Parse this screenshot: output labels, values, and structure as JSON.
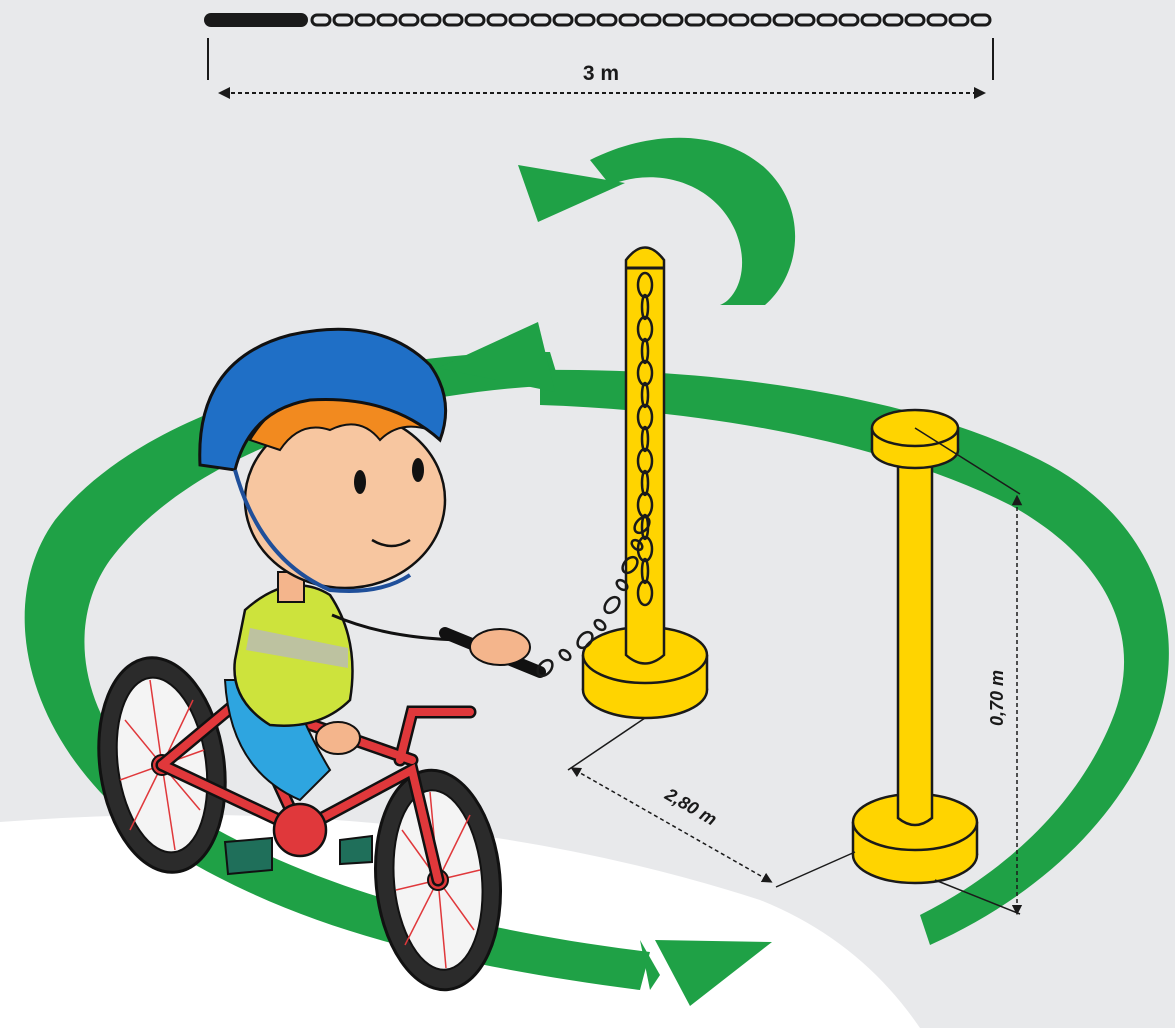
{
  "labels": {
    "chain_length": "3 m",
    "post_distance": "2,80 m",
    "post_height": "0,70 m"
  },
  "colors": {
    "background": "#e8e9eb",
    "floor": "#ffffff",
    "arrow_green": "#1fa146",
    "post_yellow": "#ffd400",
    "outline": "#1a1a1a",
    "helmet_blue": "#1f6fc6",
    "vest": "#cde33c",
    "bike_red": "#e0383b"
  },
  "icons": [
    "chain-icon",
    "circular-arrow-icon",
    "u-turn-arrow-icon",
    "post-with-chain-icon",
    "post-icon",
    "child-on-bicycle-icon"
  ]
}
